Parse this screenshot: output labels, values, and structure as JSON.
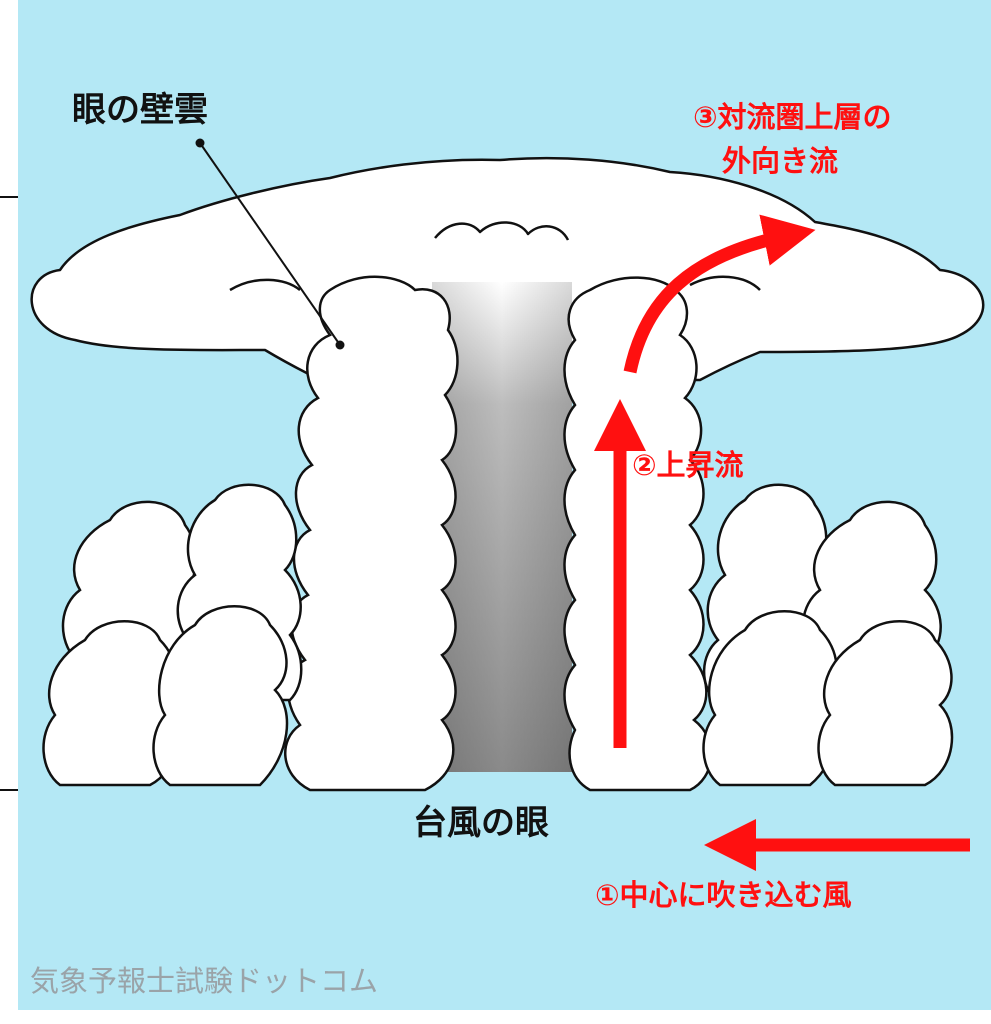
{
  "labels": {
    "eyewall": "眼の壁雲",
    "outflow_line1": "③対流圏上層の",
    "outflow_line2": "外向き流",
    "updraft": "②上昇流",
    "eye": "台風の眼",
    "inflow": "①中心に吹き込む風"
  },
  "watermark": "気象予報士試験ドットコム",
  "colors": {
    "sky": "#b4e8f5",
    "cloud_fill": "#ffffff",
    "cloud_outline": "#111111",
    "eye_gray": "#8a8a8a",
    "arrow": "#ff1010"
  }
}
